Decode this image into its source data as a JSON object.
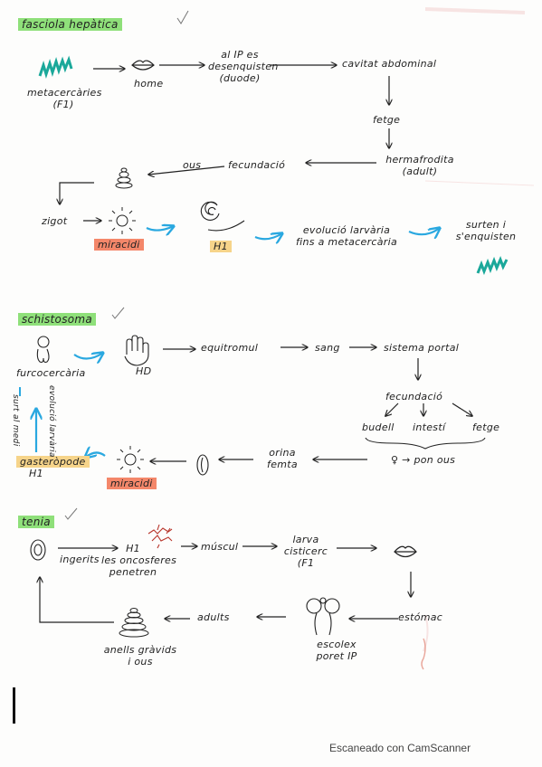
{
  "colors": {
    "green_highlight": "#8fe07a",
    "orange_highlight": "#f4876a",
    "yellow_highlight": "#f6d48a",
    "teal_ink": "#1aa89a",
    "blue_ink": "#2aa8e0",
    "ink": "#222222"
  },
  "fasciola": {
    "title": "fasciola hepàtica",
    "metacercaries": "metacercàries",
    "f1": "(F1)",
    "home": "home",
    "ip_line1": "al IP es",
    "ip_line2": "desenquisten",
    "ip_line3": "(duode)",
    "cavitat": "cavitat abdominal",
    "fetge": "fetge",
    "herm_line1": "hermafrodita",
    "herm_line2": "(adult)",
    "fecundacio": "fecundació",
    "ous": "ous",
    "zigot": "zigot",
    "miracidi": "miracidi",
    "h1": "H1",
    "evol_line1": "evolució larvària",
    "evol_line2": "fins a metacercària",
    "surten_line1": "surten i",
    "surten_line2": "s'enquisten"
  },
  "schistosoma": {
    "title": "schistosoma",
    "hd": "HD",
    "equitrom": "equitromul",
    "sang": "sang",
    "sistema": "sistema portal",
    "fecundacio": "fecundació",
    "budell": "budell",
    "intestí": "intestí",
    "fetge": "fetge",
    "pon_ous": "♀ → pon ous",
    "orina_line1": "orina",
    "orina_line2": "femta",
    "miracidi": "miracidi",
    "gasteropode": "gasteròpode",
    "h1": "H1",
    "furcocercaria": "furcocercària",
    "side_left_line1": "surt",
    "side_left_line2": "al medi",
    "side_right_line1": "evolució",
    "side_right_line2": "larvària"
  },
  "tenia": {
    "title": "tenia",
    "ingerits": "ingerits",
    "h1": "H1",
    "h1_sub_line1": "les oncosferes",
    "h1_sub_line2": "penetren",
    "muscul": "múscul",
    "larva_line1": "larva",
    "larva_line2": "cisticerc",
    "larva_line3": "(F1",
    "estomac": "estómac",
    "escolex_line1": "escolex",
    "escolex_line2": "poret IP",
    "adults": "adults",
    "anells_line1": "anells gràvids",
    "anells_line2": "i ous"
  },
  "footer": {
    "scanner": "Escaneado con CamScanner"
  }
}
